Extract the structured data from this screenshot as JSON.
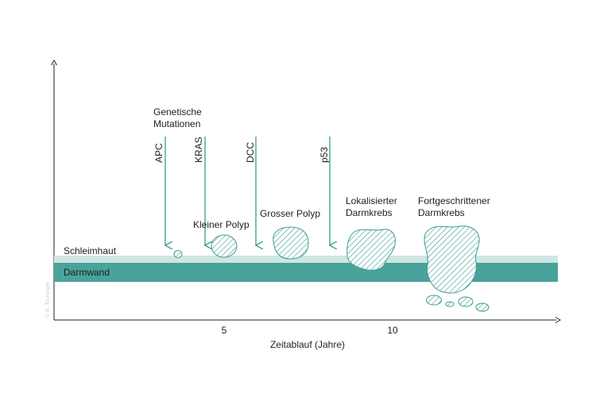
{
  "axes": {
    "x_label": "Zeitablauf (Jahre)",
    "x_ticks": [
      "5",
      "10"
    ]
  },
  "layers": {
    "mucosa_label": "Schleimhaut",
    "wall_label": "Darmwand",
    "mucosa_color": "#cfe6e3",
    "wall_color": "#4aa39b"
  },
  "mutations": {
    "heading_line1": "Genetische",
    "heading_line2": "Mutationen",
    "genes": [
      "APC",
      "KRAS",
      "DCC",
      "p53"
    ],
    "arrow_color": "#3a9b93"
  },
  "stages": {
    "small_polyp": "Kleiner Polyp",
    "large_polyp": "Grosser Polyp",
    "local_cancer_line1": "Lokalisierter",
    "local_cancer_line2": "Darmkrebs",
    "advanced_cancer_line1": "Fortgeschrittener",
    "advanced_cancer_line2": "Darmkrebs"
  },
  "copyright": "© K. Truninger"
}
